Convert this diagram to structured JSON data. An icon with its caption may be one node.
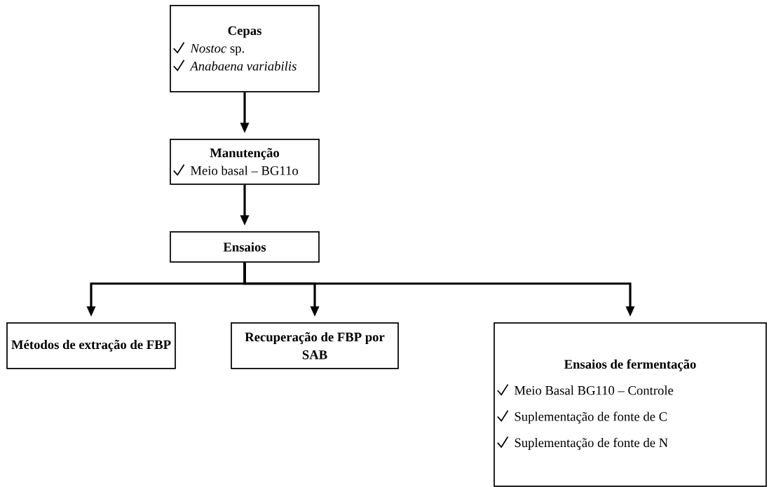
{
  "diagram": {
    "nodes": [
      {
        "text": [
          "Cepas",
          "*Nostoc* sp.",
          "Anabaena variabilis"
        ]
      },
      {
        "text": [
          "Manutenção",
          "Meio basal – BG11o"
        ]
      },
      {
        "text": [
          "Ensaios"
        ]
      },
      {
        "text": [
          "Métodos de extração de FBP"
        ]
      },
      {
        "text": [
          "Recuperação de FBP por SAB"
        ]
      },
      {
        "text": [
          "Ensaios de fermentação",
          "Meio Basal BG110 – Controle",
          "Suplementação de fonte de C",
          "Suplementação de fonte de N"
        ]
      }
    ],
    "edges": [
      {
        "from": 0,
        "to": 1,
        "arrow": "to"
      },
      {
        "from": 1,
        "to": 2,
        "arrow": "to"
      },
      {
        "from": 2,
        "to": 3,
        "arrow": "to"
      },
      {
        "from": 2,
        "to": 4,
        "arrow": "to"
      },
      {
        "from": 2,
        "to": 5,
        "arrow": "to"
      }
    ]
  }
}
